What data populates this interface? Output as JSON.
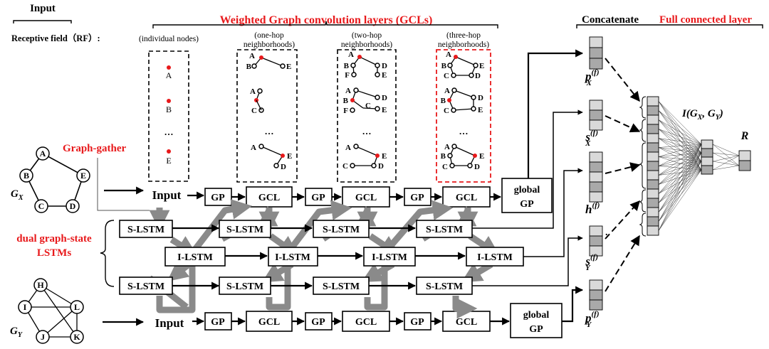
{
  "header": {
    "input_title": "Input",
    "gcl_title": "Weighted Graph convolution layers (GCLs)",
    "concat_title": "Concatenate",
    "fc_title": "Full connected layer",
    "rf_label": "Receptive field（RF）:"
  },
  "columns": {
    "col0": "(individual nodes)",
    "col1": [
      "(one-hop",
      "neighborhoods)"
    ],
    "col2": [
      "(two-hop",
      "neighborhoods)"
    ],
    "col3": [
      "(three-hop",
      "neighborhoods)"
    ]
  },
  "rf_nodes": [
    "A",
    "B",
    "E"
  ],
  "ellipsis": "…",
  "labels": {
    "graph_gather": "Graph-gather",
    "dual_line1": "dual graph-state",
    "dual_line2": "LSTMs",
    "input": "Input",
    "gp": "GP",
    "gcl": "GCL",
    "global_gp_line1": "global",
    "global_gp_line2": "GP",
    "s_lstm": "S-LSTM",
    "i_lstm": "I-LSTM",
    "dot": ".",
    "r_out": "R"
  },
  "graph_x": {
    "name": "G",
    "sub": "X",
    "nodes": [
      "A",
      "B",
      "E",
      "C",
      "D"
    ]
  },
  "graph_y": {
    "name": "G",
    "sub": "Y",
    "nodes": [
      "H",
      "I",
      "L",
      "J",
      "K"
    ]
  },
  "mini_graphs": {
    "g1a": [
      "A",
      "B",
      "E"
    ],
    "g1b": [
      "A",
      "C"
    ],
    "g1c": [
      "A",
      "E",
      "D"
    ],
    "g2a": [
      "A",
      "B",
      "D",
      "F",
      "E"
    ],
    "g2b": [
      "A",
      "D",
      "B",
      "F",
      "C",
      "E"
    ],
    "g2c": [
      "A",
      "E",
      "C",
      "D"
    ],
    "g3a": [
      "A",
      "B",
      "E",
      "C",
      "D"
    ],
    "g3b": [
      "A",
      "B",
      "D",
      "C",
      "E"
    ],
    "g3c": [
      "A",
      "B",
      "E",
      "C",
      "D"
    ]
  },
  "vectors": {
    "p_x": {
      "base": "p",
      "sup": "(f)",
      "sub": "X"
    },
    "s_x": {
      "base": "s",
      "sup": "(f)",
      "sub": "X"
    },
    "h": {
      "base": "h",
      "sup": "(f)",
      "sub": ""
    },
    "s_y": {
      "base": "s",
      "sup": "(f)",
      "sub": "Y"
    },
    "p_y": {
      "base": "p",
      "sup": "(f)",
      "sub": "Y"
    }
  },
  "interaction": {
    "i": "I(G",
    "x": "X",
    "comma": ", G",
    "y": "Y",
    "close": ")"
  },
  "colors": {
    "accent": "#e8191b",
    "ink": "#000000",
    "flow": "#8a8a8a"
  }
}
